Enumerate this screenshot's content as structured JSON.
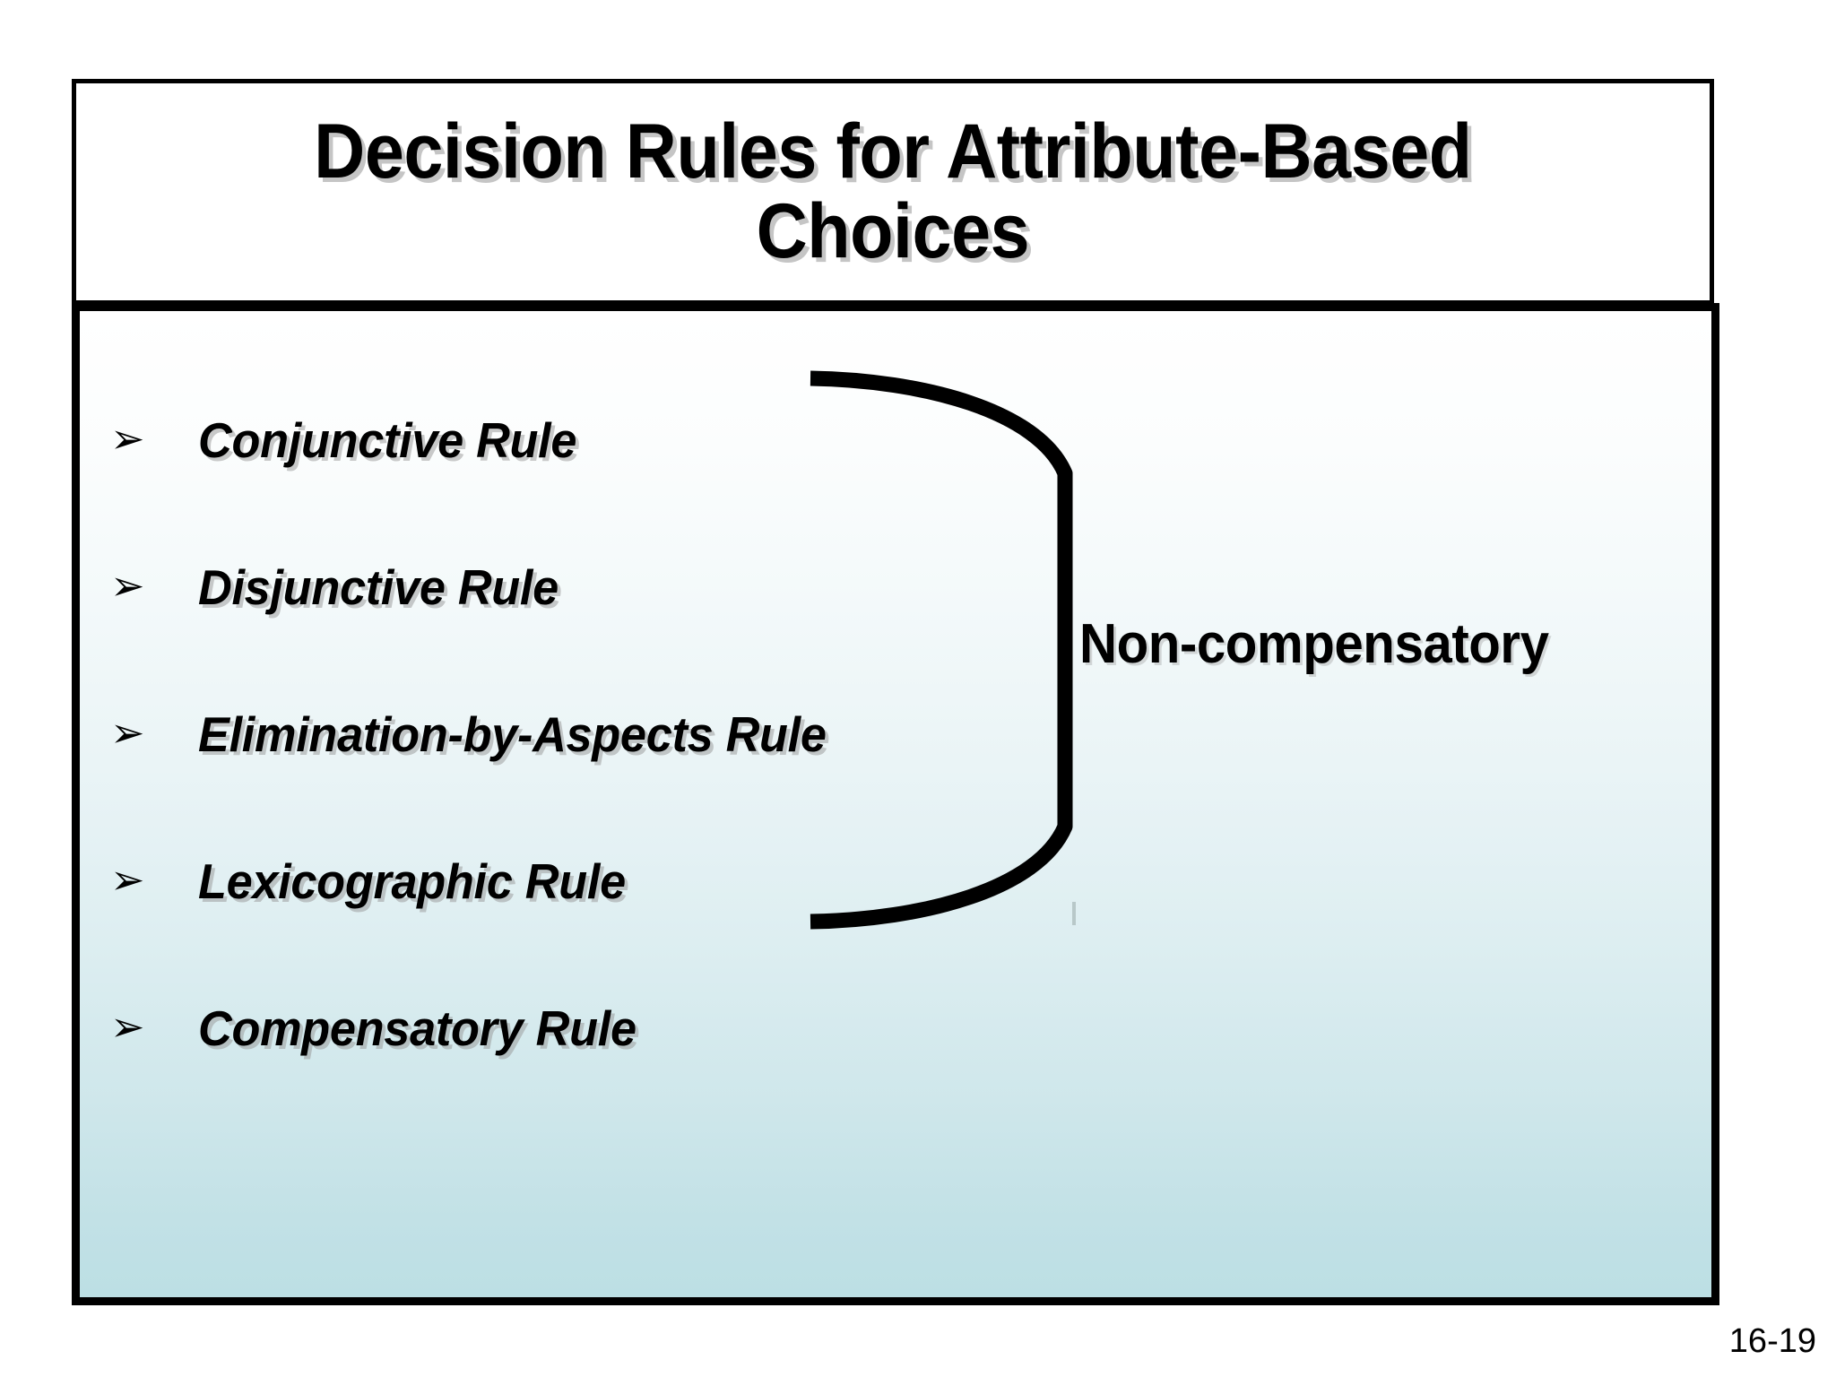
{
  "slide": {
    "title": "Decision Rules for Attribute-Based\nChoices",
    "page_number": "16-19",
    "colors": {
      "border": "#000000",
      "title_background": "#ffffff",
      "content_gradient_top": "#ffffff",
      "content_gradient_bottom": "#bcdfe4",
      "text": "#000000",
      "text_shadow": "#969696"
    }
  },
  "bullets": [
    {
      "marker": "arrowhead-bullet",
      "glyph": "➢",
      "label": "Conjunctive Rule"
    },
    {
      "marker": "arrowhead-bullet",
      "glyph": "➢",
      "label": "Disjunctive Rule"
    },
    {
      "marker": "arrowhead-bullet",
      "glyph": "➢",
      "label": "Elimination-by-Aspects Rule"
    },
    {
      "marker": "arrowhead-bullet",
      "glyph": "➢",
      "label": "Lexicographic Rule"
    },
    {
      "marker": "arrowhead-bullet",
      "glyph": "➢",
      "label": "Compensatory Rule"
    }
  ],
  "annotation": {
    "brace_label": "Non-compensatory",
    "brace_icon": "right-opening-brace",
    "brace_covers_bullets": [
      0,
      1,
      2,
      3
    ]
  }
}
